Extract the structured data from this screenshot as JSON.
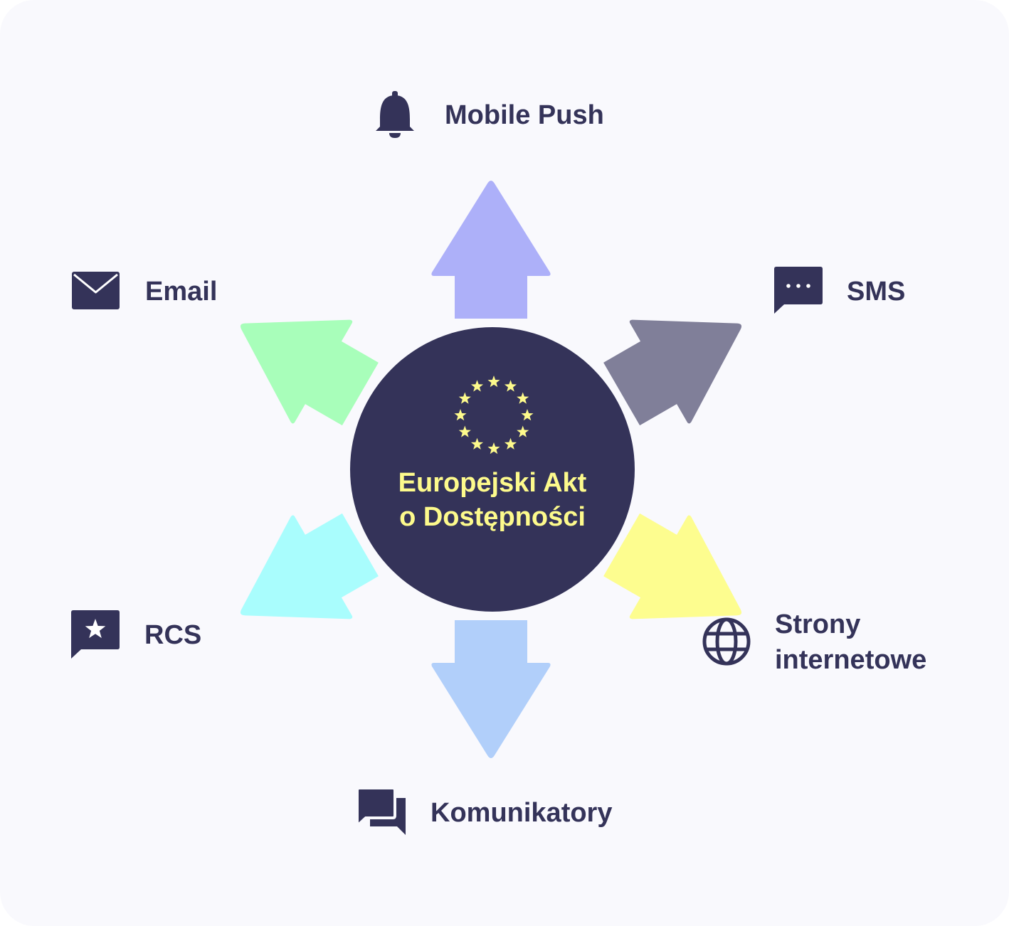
{
  "center": {
    "title_line1": "Europejski Akt",
    "title_line2": "o Dostępności",
    "circle_color": "#343359",
    "text_color": "#fdfa8c",
    "emblem_icon": "eu-stars-icon"
  },
  "channels": [
    {
      "id": "mobile-push",
      "label": "Mobile Push",
      "icon": "bell-icon",
      "arrow_color": "#adb0f9"
    },
    {
      "id": "sms",
      "label": "SMS",
      "icon": "chat-bubble-dots-icon",
      "arrow_color": "#807f99"
    },
    {
      "id": "strony",
      "label_line1": "Strony",
      "label_line2": "internetowe",
      "icon": "globe-icon",
      "arrow_color": "#fdfd8f"
    },
    {
      "id": "komunikatory",
      "label": "Komunikatory",
      "icon": "chat-bubbles-icon",
      "arrow_color": "#b1cffa"
    },
    {
      "id": "rcs",
      "label": "RCS",
      "icon": "chat-bubble-star-icon",
      "arrow_color": "#a9fdfd"
    },
    {
      "id": "email",
      "label": "Email",
      "icon": "envelope-icon",
      "arrow_color": "#a8feba"
    }
  ],
  "icon_color": "#343359"
}
